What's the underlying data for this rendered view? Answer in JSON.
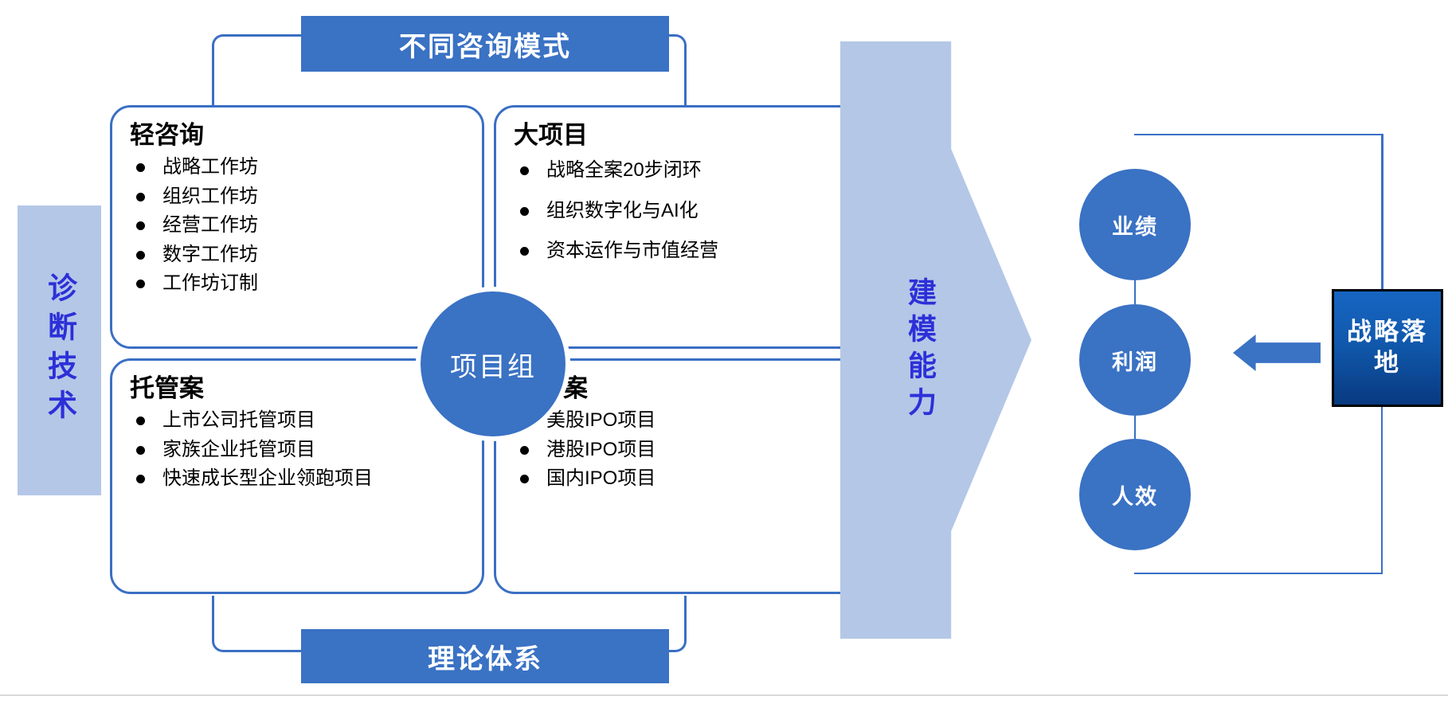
{
  "diagram": {
    "title_top": "不同咨询模式",
    "title_bottom": "理论体系",
    "left_band_label": "诊断技术",
    "arrow_label": "建模能力",
    "center_label": "项目组",
    "quadrants": [
      {
        "id": "light-consulting",
        "title": "轻咨询",
        "bullets": [
          "战略工作坊",
          "组织工作坊",
          "经营工作坊",
          "数字工作坊",
          "工作坊订制"
        ]
      },
      {
        "id": "big-project",
        "title": "大项目",
        "bullets": [
          "战略全案20步闭环",
          "组织数字化与AI化",
          "资本运作与市值经营"
        ]
      },
      {
        "id": "trusteeship",
        "title": "托管案",
        "bullets": [
          "上市公司托管项目",
          "家族企业托管项目",
          "快速成长型企业领跑项目"
        ]
      },
      {
        "id": "investment",
        "title": "投资案",
        "bullets": [
          "美股IPO项目",
          "港股IPO项目",
          "国内IPO项目"
        ]
      }
    ],
    "kpis": [
      "业绩",
      "利润",
      "人效"
    ],
    "strategy_box_label": "战略落地"
  },
  "colors": {
    "primary_blue": "#3a72c4",
    "outline_blue": "#3a6fc4",
    "pale_blue": "#b4c7e7",
    "text_violet": "#2d30d8",
    "strategy_dark": "#083a80"
  }
}
